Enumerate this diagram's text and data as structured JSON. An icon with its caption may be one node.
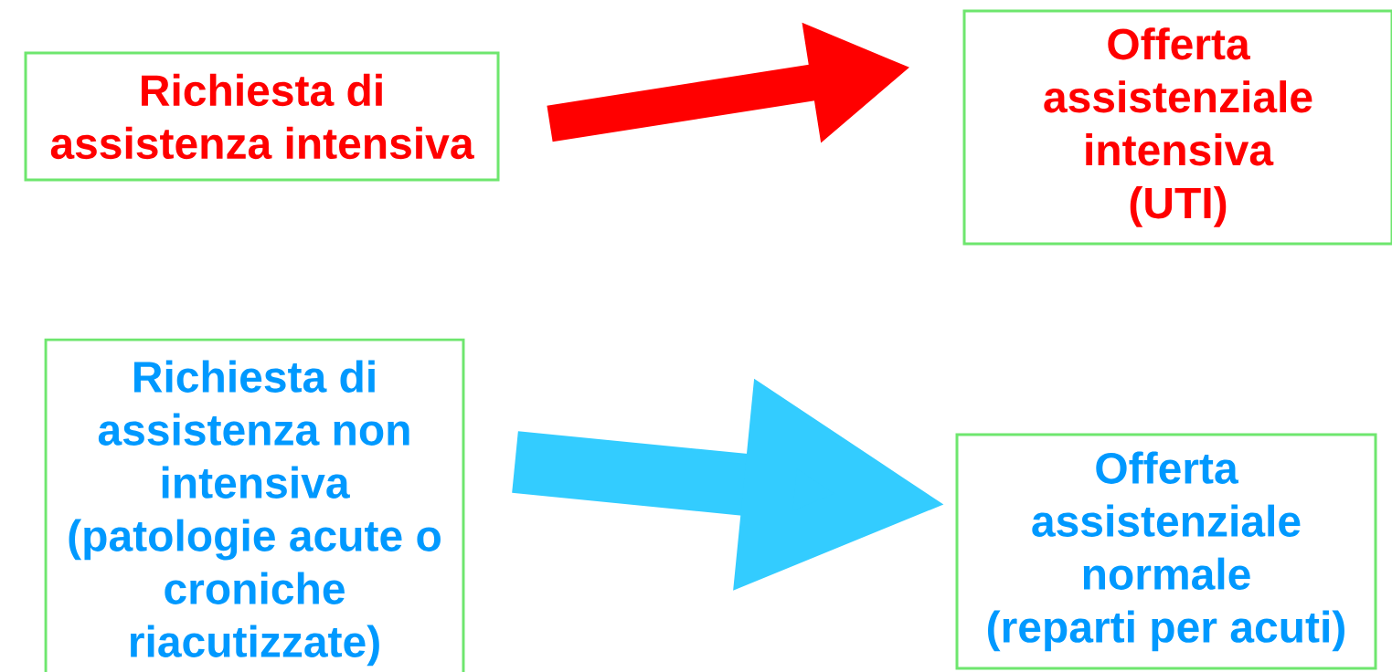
{
  "diagram": {
    "nodes": [
      {
        "text": [
          "Richiesta di assistenza intensiva"
        ]
      },
      {
        "text": [
          "Offerta assistenziale intensiva (UTI)"
        ]
      },
      {
        "text": [
          "Richiesta di assistenza non intensiva (patologie acute o croniche riacutizzate)"
        ]
      },
      {
        "text": [
          "Offerta assistenziale normale (reparti per acuti)"
        ]
      }
    ],
    "edges": [
      {
        "from": 0,
        "to": 1,
        "arrow": "to",
        "color": "#ff0000"
      },
      {
        "from": 2,
        "to": 3,
        "arrow": "to",
        "color": "#33ccff"
      }
    ]
  }
}
